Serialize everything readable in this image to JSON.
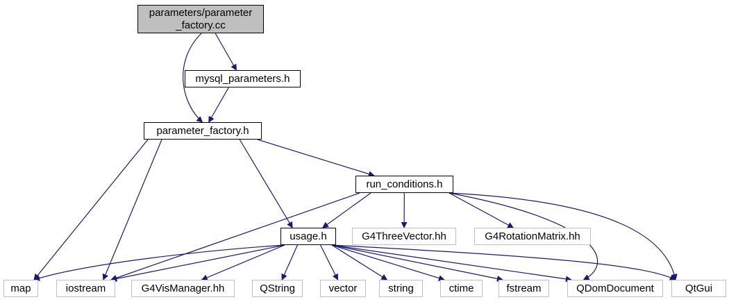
{
  "nodes": [
    {
      "id": "root",
      "label": "parameters/parameter\n_factory.cc",
      "kind": "root"
    },
    {
      "id": "mysql",
      "label": "mysql_parameters.h",
      "kind": "local"
    },
    {
      "id": "pf",
      "label": "parameter_factory.h",
      "kind": "local"
    },
    {
      "id": "rc",
      "label": "run_conditions.h",
      "kind": "local"
    },
    {
      "id": "usage",
      "label": "usage.h",
      "kind": "local"
    },
    {
      "id": "g4tv",
      "label": "G4ThreeVector.hh",
      "kind": "external"
    },
    {
      "id": "g4rm",
      "label": "G4RotationMatrix.hh",
      "kind": "external"
    },
    {
      "id": "map",
      "label": "map",
      "kind": "external"
    },
    {
      "id": "iostream",
      "label": "iostream",
      "kind": "external"
    },
    {
      "id": "g4vis",
      "label": "G4VisManager.hh",
      "kind": "external"
    },
    {
      "id": "qstring",
      "label": "QString",
      "kind": "external"
    },
    {
      "id": "vector",
      "label": "vector",
      "kind": "external"
    },
    {
      "id": "string",
      "label": "string",
      "kind": "external"
    },
    {
      "id": "ctime",
      "label": "ctime",
      "kind": "external"
    },
    {
      "id": "fstream",
      "label": "fstream",
      "kind": "external"
    },
    {
      "id": "qdom",
      "label": "QDomDocument",
      "kind": "external"
    },
    {
      "id": "qtgui",
      "label": "QtGui",
      "kind": "external"
    }
  ],
  "edges": [
    {
      "from": "root",
      "to": "mysql"
    },
    {
      "from": "root",
      "to": "pf"
    },
    {
      "from": "mysql",
      "to": "pf"
    },
    {
      "from": "pf",
      "to": "map"
    },
    {
      "from": "pf",
      "to": "iostream"
    },
    {
      "from": "pf",
      "to": "usage"
    },
    {
      "from": "pf",
      "to": "rc"
    },
    {
      "from": "rc",
      "to": "iostream"
    },
    {
      "from": "rc",
      "to": "usage"
    },
    {
      "from": "rc",
      "to": "g4tv"
    },
    {
      "from": "rc",
      "to": "g4rm"
    },
    {
      "from": "rc",
      "to": "qdom"
    },
    {
      "from": "rc",
      "to": "qtgui"
    },
    {
      "from": "usage",
      "to": "map"
    },
    {
      "from": "usage",
      "to": "iostream"
    },
    {
      "from": "usage",
      "to": "g4vis"
    },
    {
      "from": "usage",
      "to": "qstring"
    },
    {
      "from": "usage",
      "to": "vector"
    },
    {
      "from": "usage",
      "to": "string"
    },
    {
      "from": "usage",
      "to": "ctime"
    },
    {
      "from": "usage",
      "to": "fstream"
    },
    {
      "from": "usage",
      "to": "qdom"
    },
    {
      "from": "usage",
      "to": "qtgui"
    }
  ],
  "colors": {
    "edge": "#191970",
    "root_fill": "#bfbfbf",
    "external_border": "#bfbfbf",
    "local_border": "#000000"
  }
}
